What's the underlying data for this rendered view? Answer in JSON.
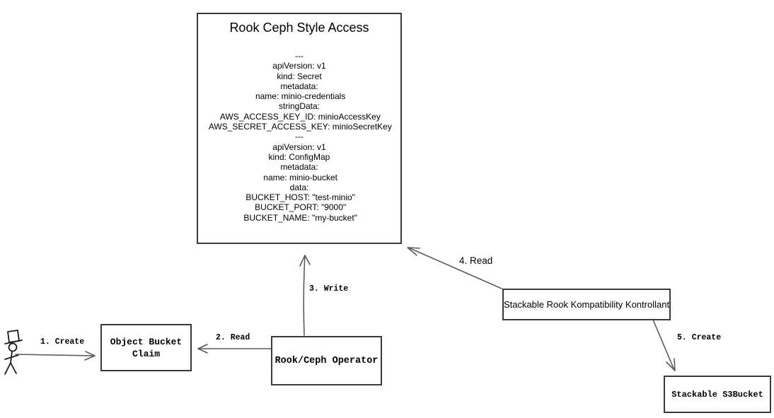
{
  "code_box": {
    "title": "Rook Ceph Style Access",
    "yaml_lines": [
      "---",
      "apiVersion: v1",
      "kind: Secret",
      "metadata:",
      " name: minio-credentials",
      "stringData:",
      " AWS_ACCESS_KEY_ID: minioAccessKey",
      " AWS_SECRET_ACCESS_KEY: minioSecretKey",
      "---",
      "apiVersion: v1",
      "kind: ConfigMap",
      "metadata:",
      " name: minio-bucket",
      "data:",
      " BUCKET_HOST: \"test-minio\"",
      " BUCKET_PORT: \"9000\"",
      " BUCKET_NAME: \"my-bucket\""
    ]
  },
  "nodes": {
    "object_bucket_claim": {
      "label": "Object Bucket Claim"
    },
    "rook_ceph_operator": {
      "label": "Rook/Ceph Operator"
    },
    "stackable_kontrollant": {
      "label": "Stackable Rook Kompatibility Kontrollant"
    },
    "stackable_s3bucket": {
      "label": "Stackable S3Bucket"
    }
  },
  "edges": {
    "create_obc": {
      "label": "1. Create"
    },
    "read_obc": {
      "label": "2. Read"
    },
    "write_access": {
      "label": "3. Write"
    },
    "read_access": {
      "label": "4. Read"
    },
    "create_s3bucket": {
      "label": "5. Create"
    }
  },
  "colors": {
    "border": "#3a3a3a",
    "arrow": "#5a5a5a",
    "text": "#000000",
    "background": "#ffffff"
  }
}
